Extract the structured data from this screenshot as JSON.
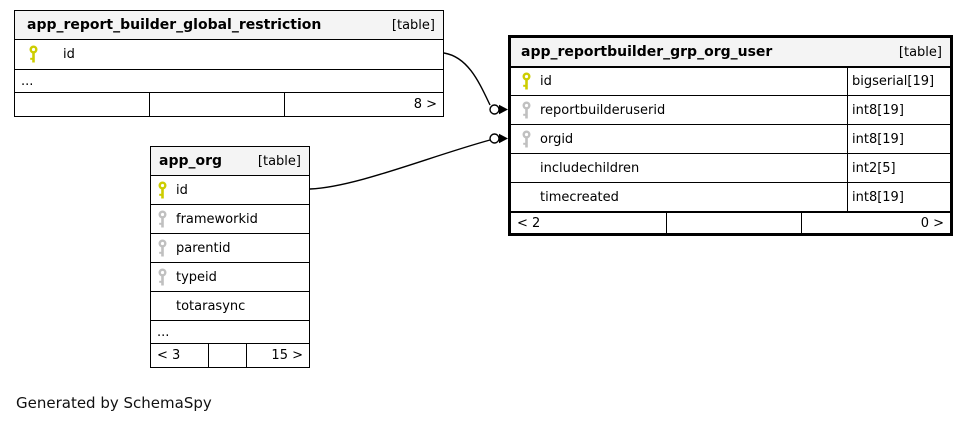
{
  "diagram": {
    "generator_note": "Generated by SchemaSpy",
    "colors": {
      "primary_key_icon": "#cdcd00",
      "foreign_key_icon": "#c0c0c0",
      "header_background": "#f4f4f4",
      "border": "#000000"
    }
  },
  "tables": [
    {
      "name": "app_report_builder_global_restriction",
      "kind": "[table]",
      "rows": [
        {
          "icon": "primary-key",
          "name": "id",
          "type": ""
        }
      ],
      "ellipsis": "...",
      "footer": {
        "left": "",
        "mid": "",
        "right": "8 >"
      }
    },
    {
      "name": "app_reportbuilder_grp_org_user",
      "kind": "[table]",
      "rows": [
        {
          "icon": "primary-key",
          "name": "id",
          "type": "bigserial[19]"
        },
        {
          "icon": "foreign-key",
          "name": "reportbuilderuserid",
          "type": "int8[19]"
        },
        {
          "icon": "foreign-key",
          "name": "orgid",
          "type": "int8[19]"
        },
        {
          "icon": "none",
          "name": "includechildren",
          "type": "int2[5]"
        },
        {
          "icon": "none",
          "name": "timecreated",
          "type": "int8[19]"
        }
      ],
      "footer": {
        "left": "< 2",
        "mid": "",
        "right": "0 >"
      }
    },
    {
      "name": "app_org",
      "kind": "[table]",
      "rows": [
        {
          "icon": "primary-key",
          "name": "id"
        },
        {
          "icon": "foreign-key",
          "name": "frameworkid"
        },
        {
          "icon": "foreign-key",
          "name": "parentid"
        },
        {
          "icon": "foreign-key",
          "name": "typeid"
        },
        {
          "icon": "none",
          "name": "totarasync"
        }
      ],
      "ellipsis": "...",
      "footer": {
        "left": "< 3",
        "mid": "",
        "right": "15 >"
      }
    }
  ],
  "relationships": [
    {
      "from_table": "app_report_builder_global_restriction",
      "from_column": "id",
      "to_table": "app_reportbuilder_grp_org_user",
      "to_column": "reportbuilderuserid"
    },
    {
      "from_table": "app_org",
      "from_column": "id",
      "to_table": "app_reportbuilder_grp_org_user",
      "to_column": "orgid"
    }
  ]
}
